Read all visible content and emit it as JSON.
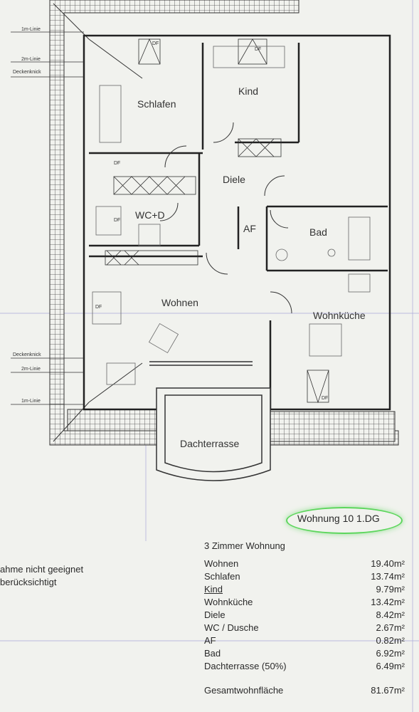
{
  "plan": {
    "line_labels": {
      "top_1m": "1m-Linie",
      "top_2m": "2m-Linie",
      "top_knick": "Deckenknick",
      "bottom_knick": "Deckenknick",
      "bottom_2m": "2m-Linie",
      "bottom_1m": "1m-Linie"
    },
    "rooms": {
      "schlafen": "Schlafen",
      "kind": "Kind",
      "diele": "Diele",
      "wc": "WC+D",
      "af": "AF",
      "bad": "Bad",
      "wohnen": "Wohnen",
      "wohnkueche": "Wohnküche",
      "dachterrasse": "Dachterrasse"
    },
    "df_label": "DF"
  },
  "apartment": {
    "title": "Wohnung 10   1.DG",
    "type": "3 Zimmer Wohnung",
    "areas": [
      {
        "name": "Wohnen",
        "value": "19.40m²"
      },
      {
        "name": "Schlafen",
        "value": "13.74m²"
      },
      {
        "name": "Kind",
        "value": "9.79m²"
      },
      {
        "name": "Wohnküche",
        "value": "13.42m²"
      },
      {
        "name": "Diele",
        "value": "8.42m²"
      },
      {
        "name": "WC / Dusche",
        "value": "2.67m²"
      },
      {
        "name": "AF",
        "value": "0.82m²"
      },
      {
        "name": "Bad",
        "value": "6.92m²"
      },
      {
        "name": "Dachterrasse (50%)",
        "value": "6.49m²"
      }
    ],
    "total": {
      "name": "Gesamtwohnfläche",
      "value": "81.67m²"
    }
  },
  "notes": {
    "line1": "ahme nicht geeignet",
    "line2": " berücksichtigt"
  }
}
